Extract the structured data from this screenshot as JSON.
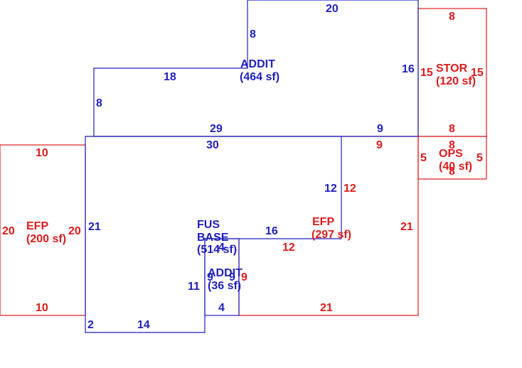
{
  "colors": {
    "blue": "#1f1fbf",
    "red": "#e01b1b"
  },
  "areas": [
    {
      "id": "addit-top",
      "color": "blue",
      "name": "ADDIT",
      "size": "(464 sf)"
    },
    {
      "id": "stor",
      "color": "red",
      "name": "STOR",
      "size": "(120 sf)"
    },
    {
      "id": "ops",
      "color": "red",
      "name": "OPS",
      "size": "(40 sf)"
    },
    {
      "id": "efp-left",
      "color": "red",
      "name": "EFP",
      "size": "(200 sf)"
    },
    {
      "id": "fus-base",
      "color": "blue",
      "name": "FUS BASE",
      "size": "(514 sf)"
    },
    {
      "id": "efp-right",
      "color": "red",
      "name": "EFP",
      "size": "(297 sf)"
    },
    {
      "id": "addit-small",
      "color": "blue",
      "name": "ADDIT",
      "size": "(36 sf)"
    }
  ],
  "dimensions": {
    "addit_top_top": "20",
    "addit_top_notch_vert": "8",
    "addit_top_left_seg": "18",
    "addit_top_left_vert": "8",
    "addit_top_right_vert": "16",
    "addit_top_bottom_a": "29",
    "addit_top_bottom_b": "9",
    "stor_top": "8",
    "stor_left": "15",
    "stor_right": "15",
    "stor_bottom": "8",
    "ops_top": "8",
    "ops_left": "5",
    "ops_right": "5",
    "ops_bottom": "8",
    "efp_left_top": "10",
    "efp_left_left": "20",
    "efp_left_right": "20",
    "efp_left_bottom": "10",
    "fus_top": "30",
    "fus_left": "21",
    "fus_bottom_a": "2",
    "fus_bottom_b": "14",
    "fus_right_vert": "12",
    "fus_notch_horiz": "16",
    "fus_notch_vert": "11",
    "efp_right_top": "9",
    "efp_right_left": "12",
    "efp_right_right": "21",
    "efp_right_notch": "12",
    "efp_right_bottom": "21",
    "efp_right_inner": "9",
    "addit_small_top": "4",
    "addit_small_left": "9",
    "addit_small_right": "9",
    "addit_small_bottom": "4"
  }
}
